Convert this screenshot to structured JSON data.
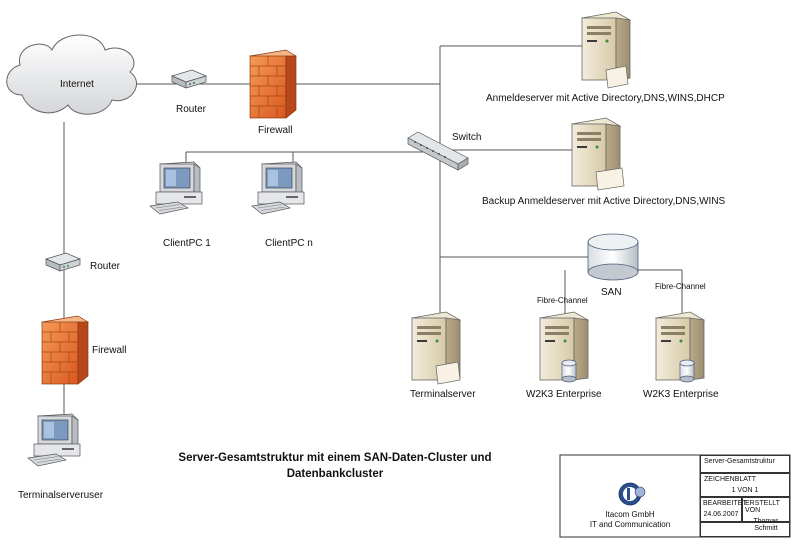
{
  "diagram": {
    "title": "Server-Gesamtstruktur mit einem SAN-Daten-Cluster und Datenbankcluster",
    "labels": {
      "internet": "Internet",
      "router_top": "Router",
      "firewall_top": "Firewall",
      "switch": "Switch",
      "anmeldeserver": "Anmeldeserver mit Active Directory,DNS,WINS,DHCP",
      "backup_anmeldeserver": "Backup Anmeldeserver mit Active Directory,DNS,WINS",
      "client1": "ClientPC 1",
      "clientn": "ClientPC n",
      "router_left": "Router",
      "firewall_left": "Firewall",
      "san": "SAN",
      "fibre_left": "Fibre-Channel",
      "fibre_right": "Fibre-Channel",
      "terminalserver": "Terminalserver",
      "w2k3_1": "W2K3 Enterprise",
      "w2k3_2": "W2K3 Enterprise",
      "terminalserveruser": "Terminalserveruser"
    }
  },
  "title_block": {
    "company": "Itacom GmbH",
    "company_sub": "IT and Communication",
    "drawing_name": "Server-Gesamtstruktur",
    "sheet_label": "ZEICHENBLATT",
    "sheet_value": "1 VON 1",
    "edited_label": "BEARBEITET",
    "edited_value": "24.06.2007",
    "created_label": "ERSTELLT VON",
    "created_value": "Thomas Schmitt"
  }
}
